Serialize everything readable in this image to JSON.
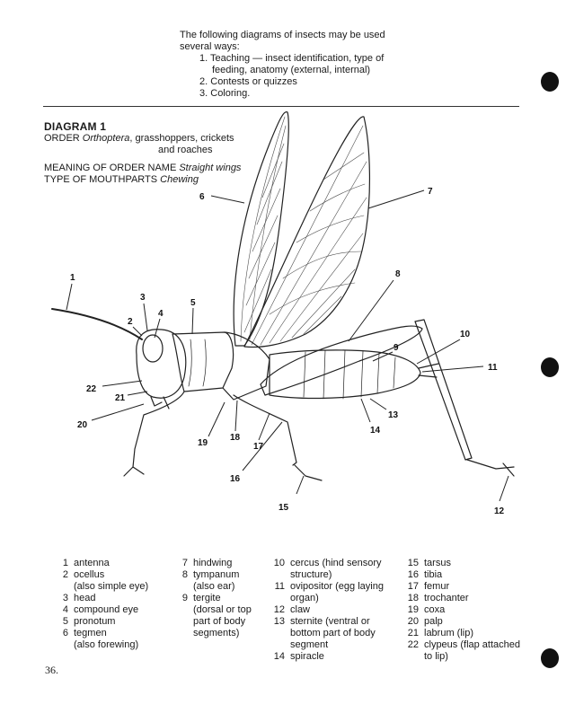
{
  "intro": {
    "line1": "The following diagrams of insects may be used",
    "line2": "several ways:",
    "uses": [
      {
        "n": "1.",
        "text": "Teaching — insect identification, type of"
      },
      {
        "n": "",
        "text": "feeding, anatomy (external, internal)"
      },
      {
        "n": "2.",
        "text": "Contests or quizzes"
      },
      {
        "n": "3.",
        "text": "Coloring."
      }
    ]
  },
  "diagram": {
    "title": "DIAGRAM 1",
    "order_prefix": "ORDER ",
    "order_name": "Orthoptera",
    "order_rest": ", grasshoppers, crickets",
    "order_cont": "and roaches",
    "meaning_prefix": "MEANING OF ORDER NAME ",
    "meaning_value": "Straight wings",
    "mouth_prefix": "TYPE OF MOUTHPARTS ",
    "mouth_value": "Chewing"
  },
  "labels": [
    "1",
    "2",
    "3",
    "4",
    "5",
    "6",
    "7",
    "8",
    "9",
    "10",
    "11",
    "12",
    "13",
    "14",
    "15",
    "16",
    "17",
    "18",
    "19",
    "20",
    "21",
    "22"
  ],
  "legend": {
    "col1": [
      {
        "n": "1",
        "t": "antenna"
      },
      {
        "n": "2",
        "t": "ocellus\n(also simple eye)"
      },
      {
        "n": "3",
        "t": "head"
      },
      {
        "n": "4",
        "t": "compound eye"
      },
      {
        "n": "5",
        "t": "pronotum"
      },
      {
        "n": "6",
        "t": "tegmen\n(also forewing)"
      }
    ],
    "col2": [
      {
        "n": "7",
        "t": "hindwing"
      },
      {
        "n": "8",
        "t": "tympanum\n(also ear)"
      },
      {
        "n": "9",
        "t": "tergite\n(dorsal or top\npart of body\nsegments)"
      }
    ],
    "col3": [
      {
        "n": "10",
        "t": "cercus (hind sensory\nstructure)"
      },
      {
        "n": "11",
        "t": "ovipositor (egg laying\norgan)"
      },
      {
        "n": "12",
        "t": "claw"
      },
      {
        "n": "13",
        "t": "sternite (ventral or\nbottom part of body\nsegment"
      },
      {
        "n": "14",
        "t": "spiracle"
      }
    ],
    "col4": [
      {
        "n": "15",
        "t": "tarsus"
      },
      {
        "n": "16",
        "t": "tibia"
      },
      {
        "n": "17",
        "t": "femur"
      },
      {
        "n": "18",
        "t": "trochanter"
      },
      {
        "n": "19",
        "t": "coxa"
      },
      {
        "n": "20",
        "t": "palp"
      },
      {
        "n": "21",
        "t": "labrum (lip)"
      },
      {
        "n": "22",
        "t": "clypeus (flap attached\nto lip)"
      }
    ]
  },
  "page_number": "36."
}
